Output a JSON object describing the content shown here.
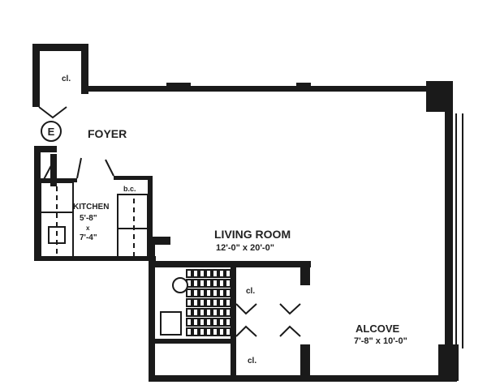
{
  "plan": {
    "foyer": "FOYER",
    "entry_marker": "E",
    "closet_label": "cl.",
    "kitchen": {
      "name": "KITCHEN",
      "dim1": "5'-8\"",
      "by": "x",
      "dim2": "7'-4\""
    },
    "broom_closet": "b.c.",
    "living_room": {
      "name": "LIVING ROOM",
      "dims": "12'-0\" x 20'-0\""
    },
    "alcove": {
      "name": "ALCOVE",
      "dims": "7'-8\" x 10'-0\""
    }
  }
}
